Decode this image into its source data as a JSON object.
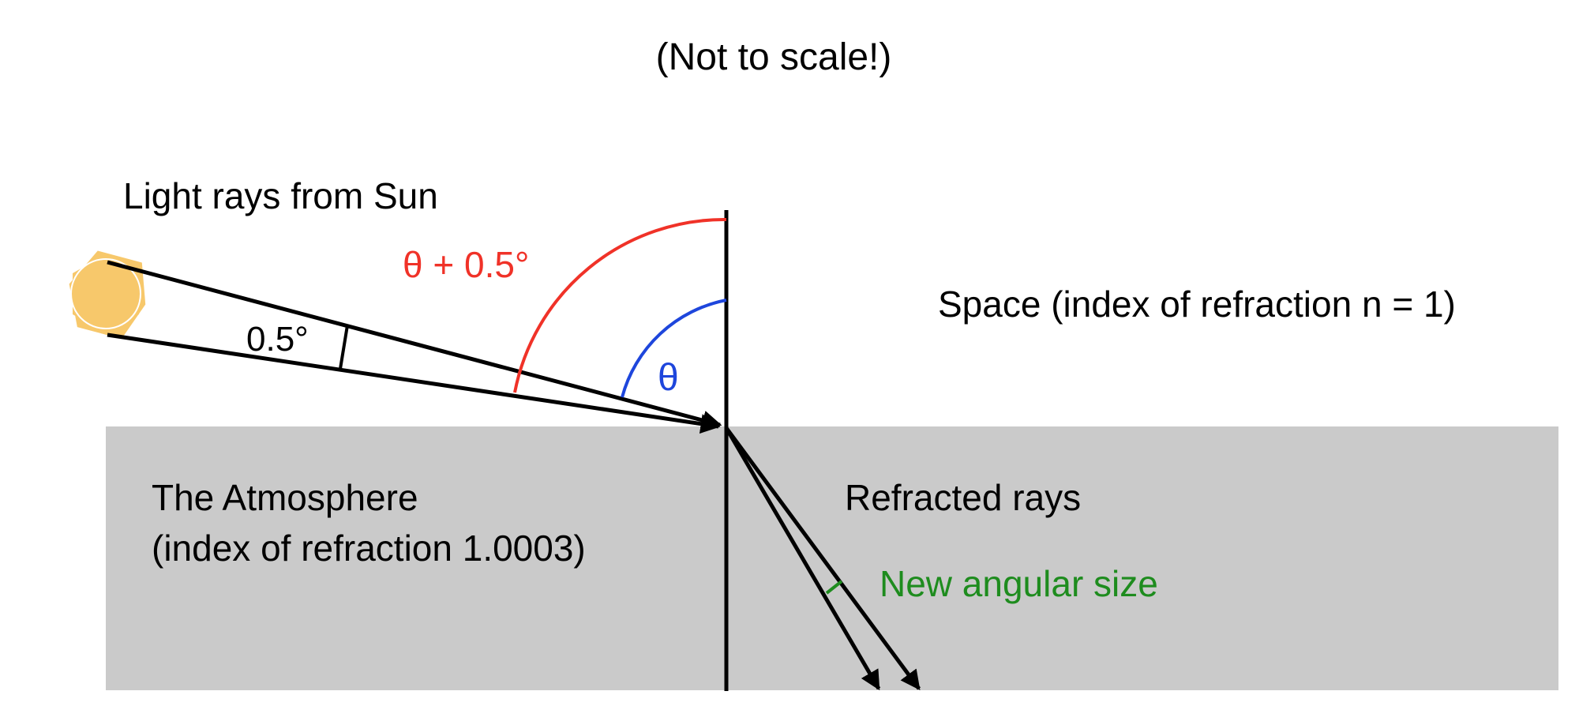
{
  "caption": "(Not to scale!)",
  "labels": {
    "sun_rays": "Light rays from Sun",
    "angle_total": "θ + 0.5°",
    "angle_theta": "θ",
    "angle_sun": "0.5°",
    "space": "Space (index of refraction n = 1)",
    "atmosphere_line1": "The Atmosphere",
    "atmosphere_line2": "(index of refraction 1.0003)",
    "refracted": "Refracted rays",
    "new_size": "New angular size"
  },
  "colors": {
    "background": "#ffffff",
    "atmosphere": "#cacaca",
    "rays": "#000000",
    "total_angle": "#f03228",
    "theta": "#1e46dc",
    "new_size": "#1e8c1e",
    "sun": "#f7c86b"
  }
}
